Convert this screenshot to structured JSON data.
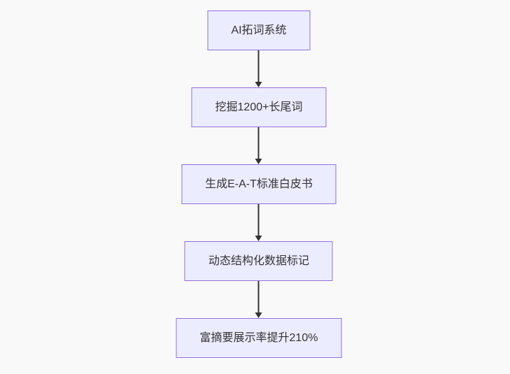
{
  "canvas": {
    "background_color": "#f9f9f9"
  },
  "flowchart": {
    "type": "vertical-flow",
    "direction": "top-down",
    "node_fill_color": "#ECECFF",
    "node_border_color": "#9370DB",
    "text_color": "#333333",
    "arrow_color": "#333333",
    "nodes": [
      {
        "label": "AI拓词系统"
      },
      {
        "label": "挖掘1200+长尾词"
      },
      {
        "label": "生成E-A-T标准白皮书"
      },
      {
        "label": "动态结构化数据标记"
      },
      {
        "label": "富摘要展示率提升210%"
      }
    ],
    "edges": [
      {
        "from": 0,
        "to": 1
      },
      {
        "from": 1,
        "to": 2
      },
      {
        "from": 2,
        "to": 3
      },
      {
        "from": 3,
        "to": 4
      }
    ]
  }
}
